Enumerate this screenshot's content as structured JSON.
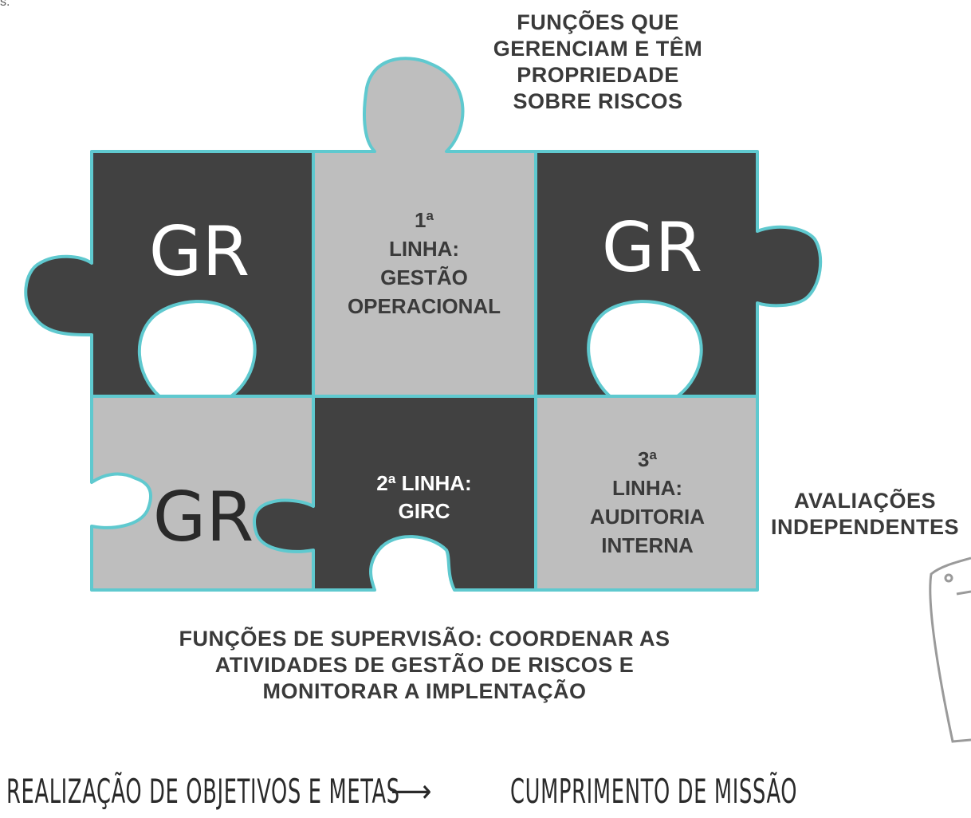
{
  "stray_text": "s.",
  "top_caption": "FUNÇÕES QUE GERENCIAM E TÊM PROPRIEDADE SOBRE RISCOS",
  "right_caption": "AVALIAÇÕES INDEPENDENTES",
  "bottom_caption": "FUNÇÕES DE SUPERVISÃO: COORDENAR AS ATIVIDADES DE GESTÃO DE RISCOS E MONITORAR A IMPLENTAÇÃO",
  "pieces": {
    "top_left": {
      "label": "GR"
    },
    "top_center": {
      "label_lines": [
        "1ª",
        "LINHA:",
        "GESTÃO",
        "OPERACIONAL"
      ]
    },
    "top_right": {
      "label": "GR"
    },
    "bottom_left": {
      "label": "GR"
    },
    "bottom_center": {
      "label_lines": [
        "2ª LINHA:",
        "GIRC"
      ]
    },
    "bottom_right": {
      "label_lines": [
        "3ª",
        "LINHA:",
        "AUDITORIA",
        "INTERNA"
      ]
    }
  },
  "footer": {
    "left": "REALIZAÇÃO DE OBJETIVOS E METAS",
    "arrow": "⟶",
    "right": "CUMPRIMENTO DE MISSÃO"
  },
  "colors": {
    "dark_piece": "#414141",
    "light_piece": "#bebebe",
    "outline": "#5fc9cf",
    "text_dark": "#3a3a3a"
  }
}
